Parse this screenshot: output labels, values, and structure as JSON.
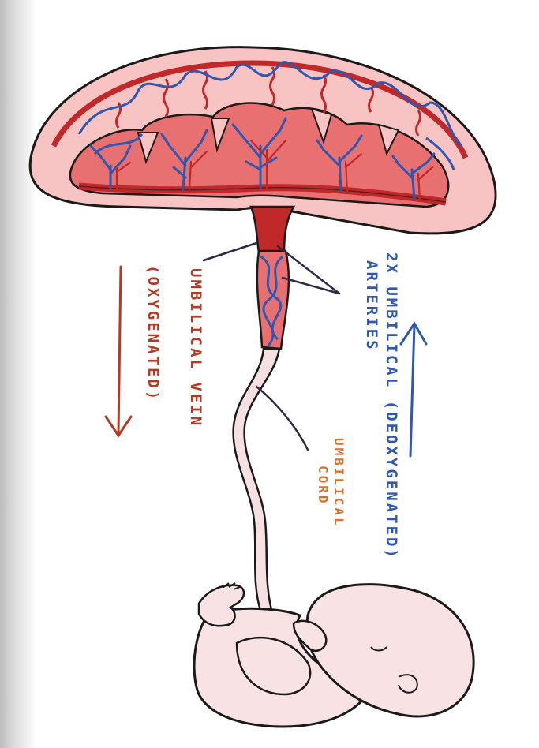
{
  "labels": {
    "arteries_line1": "2X UMBILICAL (DEOXYGENATED)",
    "arteries_line2": "ARTERIES",
    "vein_line1": "UMBILICAL VEIN",
    "vein_line2": "(OXYGENATED)",
    "cord_line1": "UMBILICAL",
    "cord_line2": "CORD"
  },
  "colors": {
    "artery_blue": "#2f57b0",
    "vein_red": "#b53a24",
    "cord_orange": "#d9702b",
    "placenta_outer": "#f7c3c3",
    "placenta_inner": "#e87070",
    "vessel_dark_red": "#c0282a",
    "outline": "#1a1a1a",
    "baby_skin": "#f8e2e4"
  }
}
